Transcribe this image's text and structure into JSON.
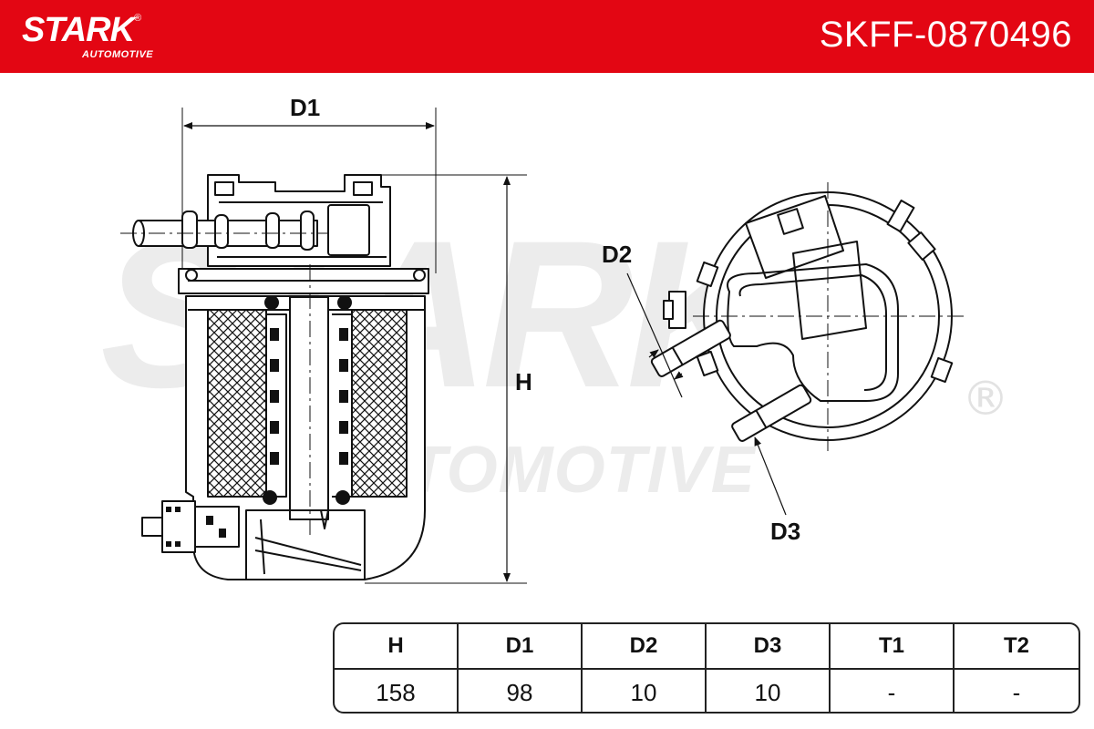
{
  "header": {
    "brand": "STARK",
    "brand_sub": "AUTOMOTIVE",
    "registered": "®",
    "part_number": "SKFF-0870496"
  },
  "watermark": {
    "main": "STARK",
    "sub": "AUTOMOTIVE",
    "registered": "®"
  },
  "drawing": {
    "labels": {
      "d1": "D1",
      "h": "H",
      "d2": "D2",
      "d3": "D3"
    }
  },
  "spec_table": {
    "headers": [
      "H",
      "D1",
      "D2",
      "D3",
      "T1",
      "T2"
    ],
    "values": [
      "158",
      "98",
      "10",
      "10",
      "-",
      "-"
    ]
  },
  "colors": {
    "brand_red": "#e30613",
    "line": "#111111",
    "watermark": "#ececec"
  }
}
